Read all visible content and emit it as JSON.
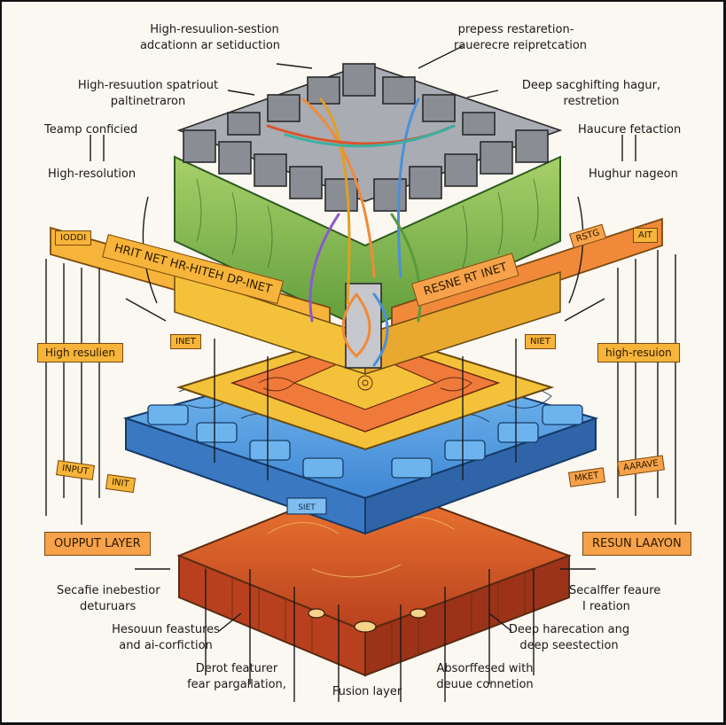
{
  "labels": {
    "top_center_1": "High-resuulion-sestion",
    "top_center_2": "adcationn ar setiduction",
    "top_right_1": "prepess restaretion-",
    "top_right_2": "rauerecre reipretcation",
    "left_1a": "High-resuution spatriout",
    "left_1b": "paltinetraron",
    "right_1a": "Deep sacghifting hagur,",
    "right_1b": "restretion",
    "left_2": "Teamp conficied",
    "right_2": "Haucure fetaction",
    "left_3": "High-resolution",
    "right_3": "Hughur nageon",
    "bottom_left_1a": "Secafie inebestior",
    "bottom_left_1b": "deturuars",
    "bottom_right_1a": "Secalffer feaure",
    "bottom_right_1b": "I reation",
    "bottom_left_2a": "Hesouun feastures",
    "bottom_left_2b": "and ai-corfiction",
    "bottom_right_2a": "Deep harecation ang",
    "bottom_right_2b": "deep seestection",
    "bottom_left_3a": "Derot featurer",
    "bottom_left_3b": "fear pargallation,",
    "bottom_center": "Fusion layer",
    "bottom_right_3a": "Absorffesed with",
    "bottom_right_3b": "deuue connetion"
  },
  "tags": {
    "banner_left_end": "IODDI",
    "banner_left_main": "HRIT NET  HR-HITEH DP-INET",
    "banner_right_main": "RESNE RT  INET",
    "banner_right_end": "RSTG",
    "banner_right_tail": "AIT",
    "side_left_mid": "High resulien",
    "side_right_mid": "high-resuion",
    "small_left": "INET",
    "small_right": "NIET",
    "ribbon_left_1": "INPUT",
    "ribbon_left_2": "INIT",
    "ribbon_right_1": "MKET",
    "ribbon_right_2": "AARAVE",
    "output_left": "OUPPUT LAYER",
    "output_right": "RESUN LAAYON",
    "blue_label": "SIET"
  },
  "colors": {
    "top_blocks": "#8a8d94",
    "green_layer": "#8dbf5a",
    "yellow_band": "#f4c23a",
    "orange_band": "#f08a3a",
    "blue_layer": "#5ea9e8",
    "red_layer": "#d9542a",
    "ink": "#1a1a1a"
  }
}
